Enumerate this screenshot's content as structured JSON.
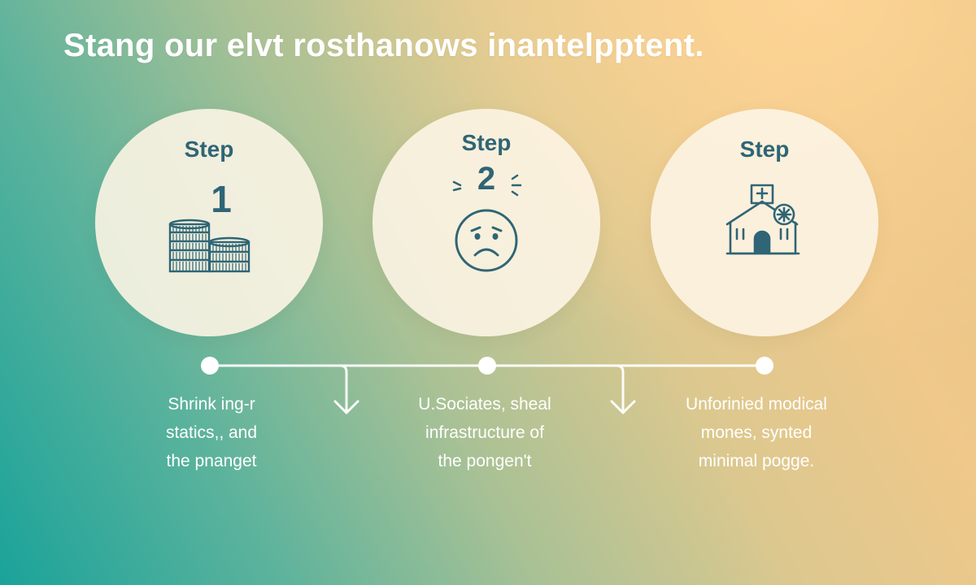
{
  "title": "Stang our elvt rosthanows inantelpptent.",
  "steps": [
    {
      "label": "Step",
      "number": "1",
      "icon": "coin-stack-icon",
      "caption": [
        "Shrink ing-r",
        "statics,, and",
        "the pnanget"
      ]
    },
    {
      "label": "Step",
      "number": "2",
      "icon": "sad-face-icon",
      "caption": [
        "U.Sociates, sheal",
        "infrastructure of",
        "the pongen't"
      ]
    },
    {
      "label": "Step",
      "number": "",
      "icon": "hospital-building-icon",
      "caption": [
        "Unforinied modical",
        "mones, synted",
        "minimal pogge."
      ]
    }
  ],
  "colors": {
    "icon_stroke": "#2f6576",
    "connector": "#ffffff",
    "circle_fill": "#fcf4e4"
  }
}
